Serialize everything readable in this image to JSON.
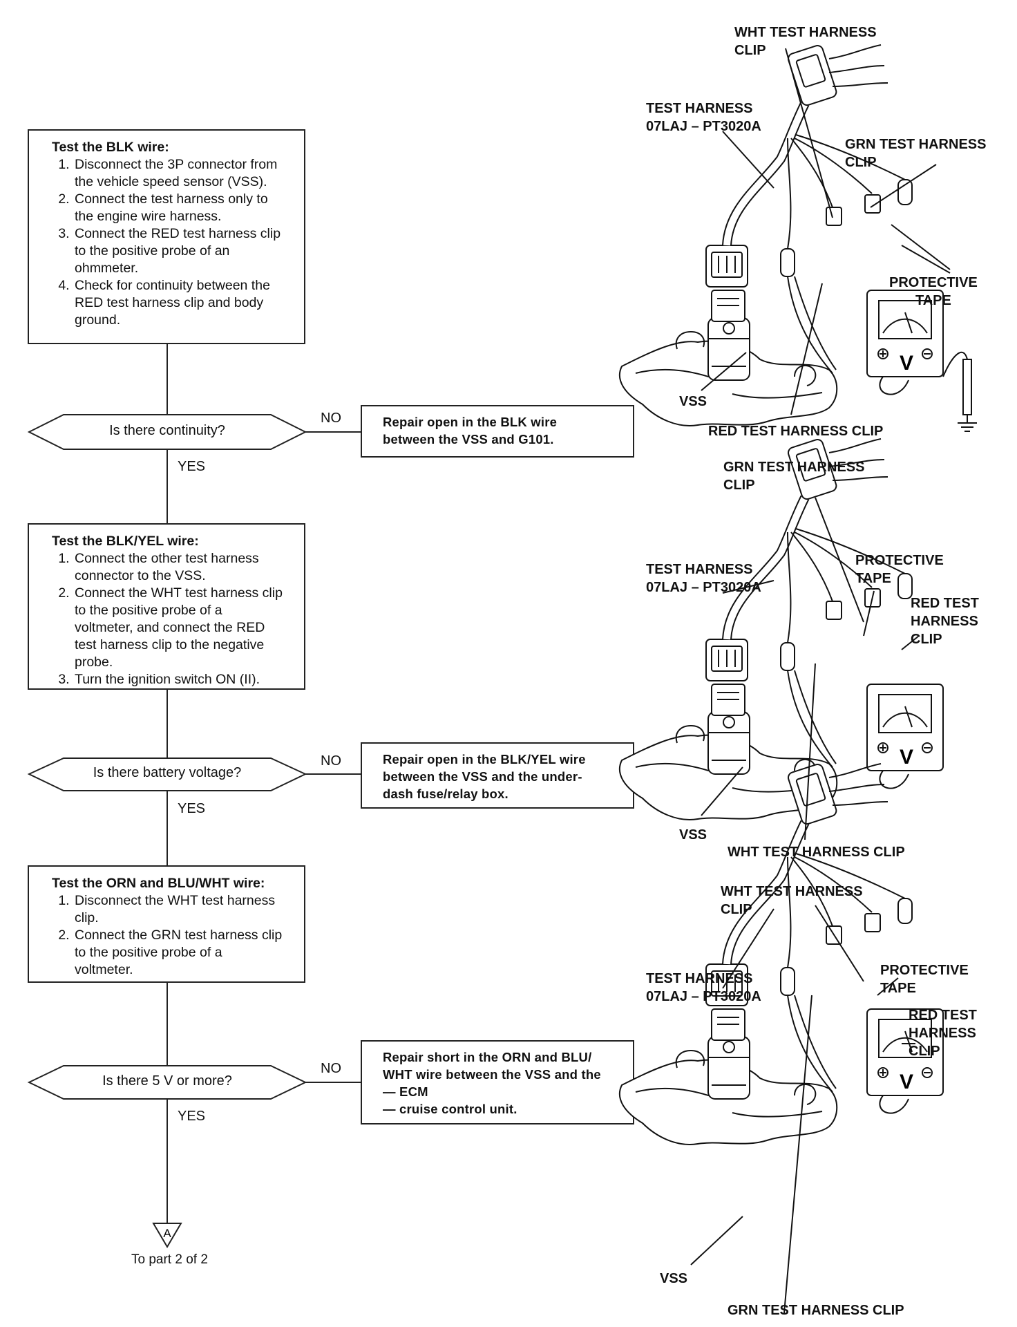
{
  "flow": {
    "step1": {
      "title": "Test the BLK wire:",
      "items": [
        "Disconnect the 3P connector from the vehicle speed sensor (VSS).",
        "Connect the test harness only to the engine wire harness.",
        "Connect the RED test harness clip to the positive probe of an ohmmeter.",
        "Check for continuity between the RED test harness clip and body ground."
      ]
    },
    "q1": {
      "text": "Is there continuity?",
      "no": "NO",
      "yes": "YES"
    },
    "r1": {
      "lines": [
        "Repair open in the BLK wire",
        "between the VSS and G101."
      ]
    },
    "step2": {
      "title": "Test the BLK/YEL wire:",
      "items": [
        "Connect the other test harness connector to the VSS.",
        "Connect the WHT test harness clip to the positive probe of a voltmeter, and connect the RED test harness clip to the negative probe.",
        "Turn the ignition switch ON (II)."
      ]
    },
    "q2": {
      "text": "Is there battery voltage?",
      "no": "NO",
      "yes": "YES"
    },
    "r2": {
      "lines": [
        "Repair open in the BLK/YEL wire",
        "between the VSS and the under-",
        "dash fuse/relay box."
      ]
    },
    "step3": {
      "title": "Test the ORN and BLU/WHT wire:",
      "items": [
        "Disconnect the WHT test harness clip.",
        "Connect the GRN test harness clip to the positive probe of a voltmeter."
      ]
    },
    "q3": {
      "text": "Is there 5 V or more?",
      "no": "NO",
      "yes": "YES"
    },
    "r3": {
      "lines": [
        "Repair short in the ORN and BLU/",
        "WHT wire between the VSS and the",
        "— ECM",
        "— cruise control unit."
      ]
    },
    "connector": {
      "letter": "A",
      "label": "To part 2 of 2"
    }
  },
  "figures": [
    {
      "test_harness": [
        "TEST HARNESS",
        "07LAJ – PT3020A"
      ],
      "top_clip": [
        "WHT TEST HARNESS",
        "CLIP"
      ],
      "right_a": [
        "GRN TEST HARNESS",
        "CLIP"
      ],
      "right_b": [
        "PROTECTIVE",
        "TAPE"
      ],
      "bottom_clip": "RED TEST HARNESS CLIP",
      "sensor": "VSS",
      "meter_symbol": "V"
    },
    {
      "test_harness": [
        "TEST HARNESS",
        "07LAJ – PT3020A"
      ],
      "top_clip": [
        "GRN TEST HARNESS",
        "CLIP"
      ],
      "right_a": [
        "PROTECTIVE",
        "TAPE"
      ],
      "right_b": [
        "RED TEST",
        "HARNESS",
        "CLIP"
      ],
      "bottom_clip": "WHT TEST HARNESS CLIP",
      "sensor": "VSS",
      "meter_symbol": "V"
    },
    {
      "test_harness": [
        "TEST HARNESS",
        "07LAJ – PT3020A"
      ],
      "top_clip": [
        "WHT TEST HARNESS",
        "CLIP"
      ],
      "right_a": [
        "PROTECTIVE",
        "TAPE"
      ],
      "right_b": [
        "RED TEST",
        "HARNESS",
        "CLIP"
      ],
      "bottom_clip": "GRN TEST HARNESS CLIP",
      "sensor": "VSS",
      "meter_symbol": "V"
    }
  ]
}
